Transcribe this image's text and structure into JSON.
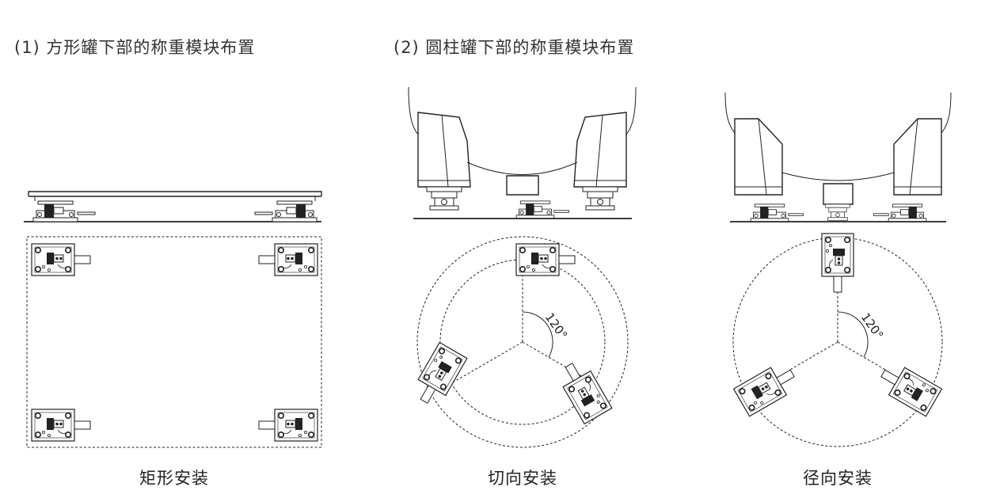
{
  "headings": {
    "square_tank": "(1) 方形罐下部的称重模块布置",
    "cylinder_tank": "(2) 圆柱罐下部的称重模块布置"
  },
  "captions": {
    "rectangular": "矩形安装",
    "tangential": "切向安装",
    "radial": "径向安装"
  },
  "angle_labels": {
    "tangential": "120°",
    "radial": "120°"
  },
  "icons": [
    "weighing-module-icon",
    "tank-leg-icon"
  ]
}
